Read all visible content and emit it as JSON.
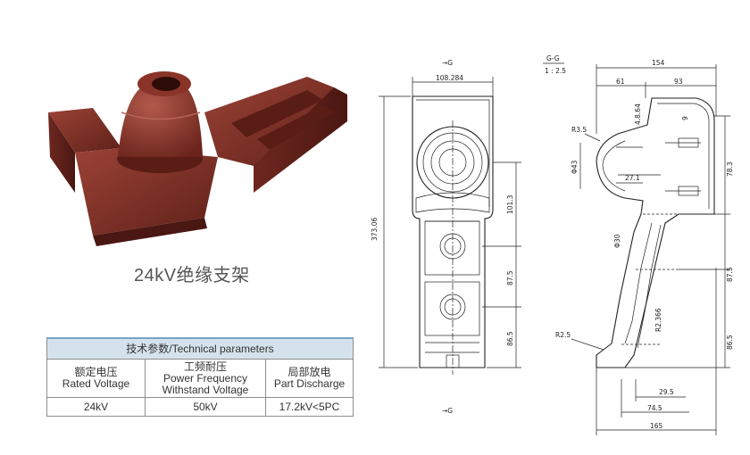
{
  "product": {
    "caption": "24kV绝缘支架",
    "body_color": "#7a2e25"
  },
  "table": {
    "title": "技术参数/Technical parameters",
    "columns": [
      {
        "zh": "额定电压",
        "en": "Rated Voltage"
      },
      {
        "zh": "工频耐压",
        "en_line1": "Power Frequency",
        "en_line2": "Withstand Voltage"
      },
      {
        "zh": "局部放电",
        "en": "Part Discharge"
      }
    ],
    "values": [
      "24kV",
      "50kV",
      "17.2kV<5PC"
    ]
  },
  "front_view": {
    "section_top": "G",
    "section_bottom": "G",
    "width_dim": "108.284",
    "height_dim": "373.06",
    "dim_1": "101.3",
    "dim_2": "87.5",
    "dim_3": "86.5"
  },
  "section_view": {
    "label": "G-G",
    "scale": "1 : 2.5",
    "dim_154": "154",
    "dim_61": "61",
    "dim_93": "93",
    "dim_4864": "4.8.64",
    "dim_9": "9",
    "dim_r35": "R3.5",
    "dim_phi43": "Φ43",
    "dim_271": "27.1",
    "dim_783": "78.3",
    "dim_phi30": "Φ30",
    "dim_875": "87.5",
    "dim_r366": "R2.366",
    "dim_r25": "R2.5",
    "dim_865": "86.5",
    "dim_295": "29.5",
    "dim_745": "74.5",
    "dim_165": "165"
  }
}
